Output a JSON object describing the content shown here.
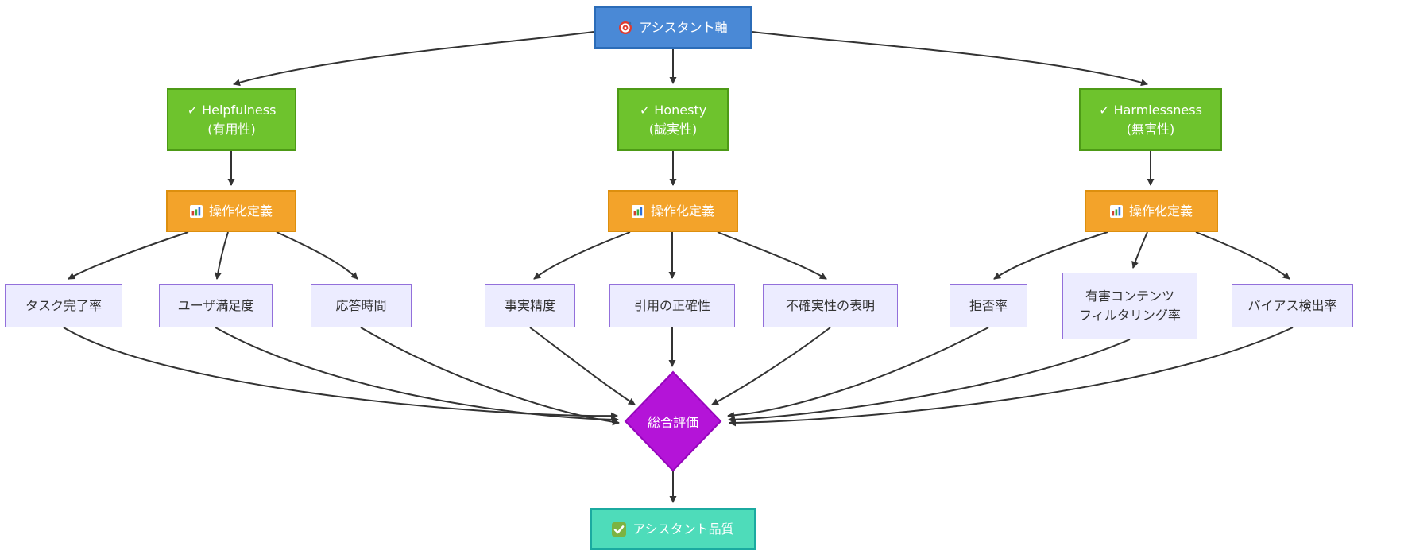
{
  "diagram": {
    "title_node": {
      "label": "アシスタント軸",
      "icon": "target-icon"
    },
    "branches": [
      {
        "axis": {
          "line1": "✓ Helpfulness",
          "line2": "(有用性)"
        },
        "opdef": {
          "label": "操作化定義",
          "icon": "bar-chart-icon"
        },
        "metrics": [
          "タスク完了率",
          "ユーザ満足度",
          "応答時間"
        ]
      },
      {
        "axis": {
          "line1": "✓ Honesty",
          "line2": "(誠実性)"
        },
        "opdef": {
          "label": "操作化定義",
          "icon": "bar-chart-icon"
        },
        "metrics": [
          "事実精度",
          "引用の正確性",
          "不確実性の表明"
        ]
      },
      {
        "axis": {
          "line1": "✓ Harmlessness",
          "line2": "(無害性)"
        },
        "opdef": {
          "label": "操作化定義",
          "icon": "bar-chart-icon"
        },
        "metrics": [
          "拒否率",
          "有害コンテンツ",
          "フィルタリング率",
          "バイアス検出率"
        ]
      }
    ],
    "decision_node": {
      "label": "総合評価"
    },
    "result_node": {
      "label": "アシスタント品質",
      "icon": "check-box-icon"
    },
    "edges": [
      [
        "アシスタント軸",
        "Helpfulness"
      ],
      [
        "アシスタント軸",
        "Honesty"
      ],
      [
        "アシスタント軸",
        "Harmlessness"
      ],
      [
        "Helpfulness",
        "操作化定義-1"
      ],
      [
        "Honesty",
        "操作化定義-2"
      ],
      [
        "Harmlessness",
        "操作化定義-3"
      ],
      [
        "操作化定義-1",
        "タスク完了率"
      ],
      [
        "操作化定義-1",
        "ユーザ満足度"
      ],
      [
        "操作化定義-1",
        "応答時間"
      ],
      [
        "操作化定義-2",
        "事実精度"
      ],
      [
        "操作化定義-2",
        "引用の正確性"
      ],
      [
        "操作化定義-2",
        "不確実性の表明"
      ],
      [
        "操作化定義-3",
        "拒否率"
      ],
      [
        "操作化定義-3",
        "有害コンテンツフィルタリング率"
      ],
      [
        "操作化定義-3",
        "バイアス検出率"
      ],
      [
        "タスク完了率",
        "総合評価"
      ],
      [
        "ユーザ満足度",
        "総合評価"
      ],
      [
        "応答時間",
        "総合評価"
      ],
      [
        "事実精度",
        "総合評価"
      ],
      [
        "引用の正確性",
        "総合評価"
      ],
      [
        "不確実性の表明",
        "総合評価"
      ],
      [
        "拒否率",
        "総合評価"
      ],
      [
        "有害コンテンツフィルタリング率",
        "総合評価"
      ],
      [
        "バイアス検出率",
        "総合評価"
      ],
      [
        "総合評価",
        "アシスタント品質"
      ]
    ],
    "colors": {
      "root_fill": "#4a89d6",
      "root_border": "#2b6cb8",
      "axis_fill": "#6ec32d",
      "axis_border": "#4d9a16",
      "opdef_fill": "#f3a32a",
      "opdef_border": "#dd8f0e",
      "metric_fill": "#ececff",
      "metric_border": "#9370db",
      "decision_fill": "#b414d8",
      "decision_border": "#9606bc",
      "result_fill": "#4edcba",
      "result_border": "#1baaa0",
      "edge_stroke": "#333333"
    }
  }
}
